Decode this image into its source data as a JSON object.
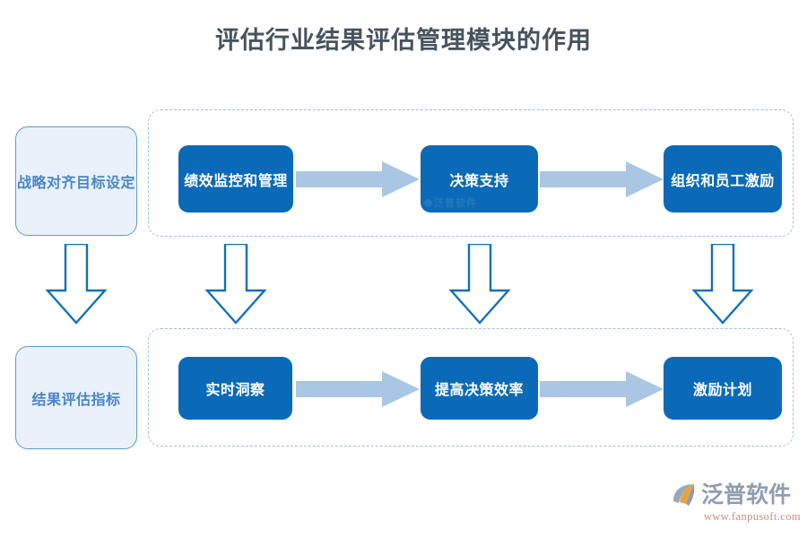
{
  "page": {
    "title": "评估行业结果评估管理模块的作用",
    "background": "#ffffff"
  },
  "colors": {
    "title_text": "#46535e",
    "node_fill": "#0b6ab8",
    "node_text": "#ffffff",
    "stage_fill": "#eaf1fb",
    "stage_border": "#5b9bd5",
    "stage_text": "#4a86c8",
    "dashed_border": "#9dc1e4",
    "h_arrow": "#a9c6e3",
    "v_arrow_stroke": "#1170ba",
    "brand_text": "#8f9cb0",
    "brand_url": "#cf8e7e",
    "brand_accent": "#e8a33d"
  },
  "stages": [
    {
      "id": "strategy",
      "label": "战略对齐目标设定"
    },
    {
      "id": "result",
      "label": "结果评估指标"
    }
  ],
  "rows": [
    {
      "id": "top-row",
      "nodes": [
        {
          "id": "perf",
          "label": "绩效监控和管理"
        },
        {
          "id": "decision",
          "label": "决策支持"
        },
        {
          "id": "org",
          "label": "组织和员工激励"
        }
      ]
    },
    {
      "id": "bottom-row",
      "nodes": [
        {
          "id": "insight",
          "label": "实时洞察"
        },
        {
          "id": "eff",
          "label": "提高决策效率"
        },
        {
          "id": "plan",
          "label": "激励计划"
        }
      ]
    }
  ],
  "watermarks": {
    "node_decision": "泛普软件"
  },
  "brand": {
    "name": "泛普软件",
    "url": "www.fanpusoft.com"
  },
  "icons": {
    "h_arrow": "right-arrow-icon",
    "v_arrow": "down-arrow-icon",
    "brand_mark": "fanpu-logo-icon"
  }
}
